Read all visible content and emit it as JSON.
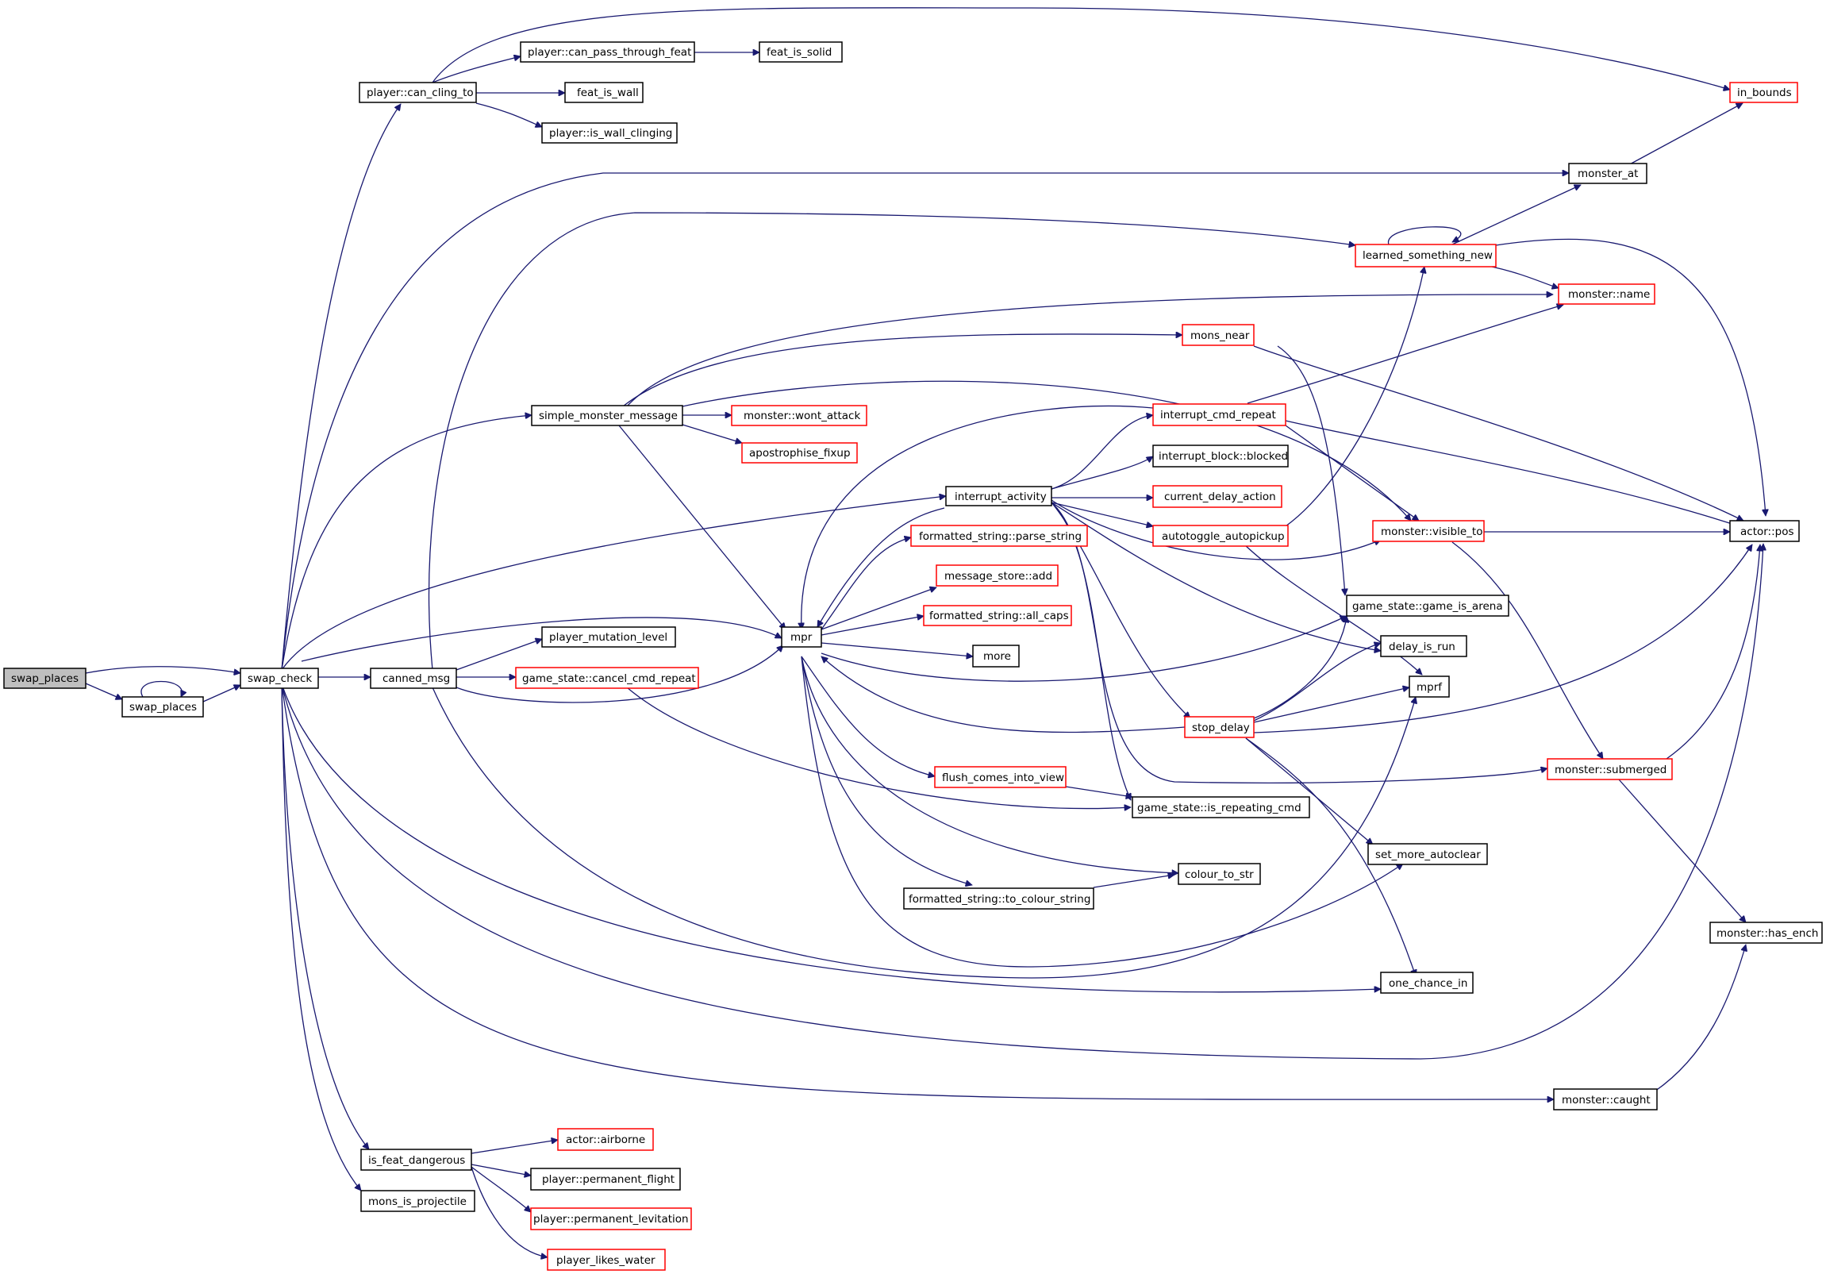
{
  "colors": {
    "edge": "#191970",
    "border_linked": "#000000",
    "border_external": "#ff0000",
    "root_fill": "#bfbfbf",
    "node_fill": "#ffffff"
  },
  "nodes": {
    "root": "swap_places",
    "swap_places": "swap_places",
    "swap_check": "swap_check",
    "can_cling": "player::can_cling_to",
    "can_pass": "player::can_pass_through_feat",
    "feat_solid": "feat_is_solid",
    "feat_wall": "feat_is_wall",
    "wall_clinging": "player::is_wall_clinging",
    "in_bounds": "in_bounds",
    "monster_at": "monster_at",
    "learned": "learned_something_new",
    "monster_name": "monster::name",
    "mons_near": "mons_near",
    "sim_msg": "simple_monster_message",
    "wont_attack": "monster::wont_attack",
    "apostrophise": "apostrophise_fixup",
    "interrupt_cmd": "interrupt_cmd_repeat",
    "interrupt_block": "interrupt_block::blocked",
    "interrupt_act": "interrupt_activity",
    "current_delay": "current_delay_action",
    "autotoggle": "autotoggle_autopickup",
    "visible_to": "monster::visible_to",
    "actor_pos": "actor::pos",
    "parse_string": "formatted_string::parse_string",
    "msg_add": "message_store::add",
    "all_caps": "formatted_string::all_caps",
    "game_arena": "game_state::game_is_arena",
    "mpr": "mpr",
    "delay_is_run": "delay_is_run",
    "more": "more",
    "mutation_level": "player_mutation_level",
    "canned_msg": "canned_msg",
    "cancel_cmd": "game_state::cancel_cmd_repeat",
    "mprf": "mprf",
    "stop_delay": "stop_delay",
    "submerged": "monster::submerged",
    "flush_view": "flush_comes_into_view",
    "is_repeating": "game_state::is_repeating_cmd",
    "more_autoclear": "set_more_autoclear",
    "colour_str": "colour_to_str",
    "to_colour": "formatted_string::to_colour_string",
    "has_ench": "monster::has_ench",
    "one_chance": "one_chance_in",
    "caught": "monster::caught",
    "airborne": "actor::airborne",
    "feat_danger": "is_feat_dangerous",
    "perm_flight": "player::permanent_flight",
    "perm_lev": "player::permanent_levitation",
    "mons_proj": "mons_is_projectile",
    "likes_water": "player_likes_water"
  }
}
